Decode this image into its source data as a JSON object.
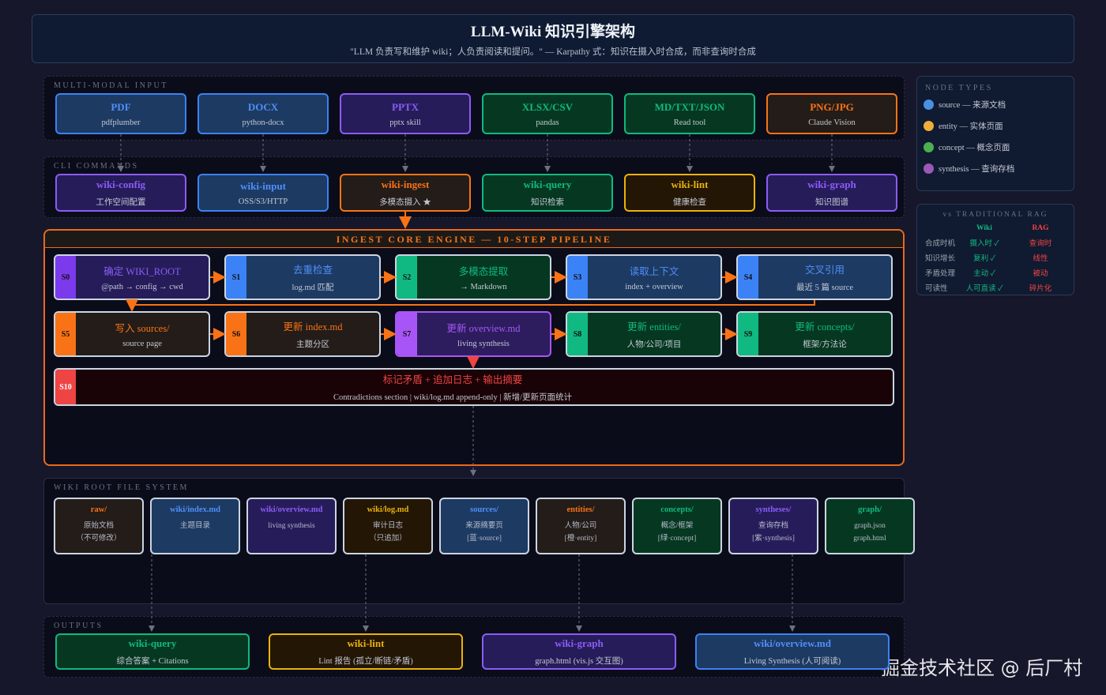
{
  "header": {
    "title": "LLM-Wiki 知识引擎架构",
    "subtitle": "\"LLM 负责写和维护 wiki；人负责阅读和提问。\" — Karpathy 式：知识在摄入时合成，而非查询时合成"
  },
  "inputs": {
    "label": "MULTI-MODAL INPUT",
    "items": [
      {
        "title": "PDF",
        "sub": "pdfplumber",
        "theme": "blue"
      },
      {
        "title": "DOCX",
        "sub": "python-docx",
        "theme": "blue"
      },
      {
        "title": "PPTX",
        "sub": "pptx skill",
        "theme": "purple"
      },
      {
        "title": "XLSX/CSV",
        "sub": "pandas",
        "theme": "green"
      },
      {
        "title": "MD/TXT/JSON",
        "sub": "Read tool",
        "theme": "green"
      },
      {
        "title": "PNG/JPG",
        "sub": "Claude Vision",
        "theme": "orange"
      }
    ]
  },
  "cli": {
    "label": "CLI COMMANDS",
    "items": [
      {
        "title": "wiki-config",
        "sub": "工作空间配置",
        "theme": "purple"
      },
      {
        "title": "wiki-input",
        "sub": "OSS/S3/HTTP",
        "theme": "blue"
      },
      {
        "title": "wiki-ingest",
        "sub": "多模态摄入 ★",
        "theme": "orange"
      },
      {
        "title": "wiki-query",
        "sub": "知识检索",
        "theme": "green"
      },
      {
        "title": "wiki-lint",
        "sub": "健康检查",
        "theme": "yellow"
      },
      {
        "title": "wiki-graph",
        "sub": "知识图谱",
        "theme": "purple"
      }
    ]
  },
  "pipeline": {
    "title": "INGEST CORE ENGINE — 10-STEP PIPELINE",
    "steps": [
      {
        "id": "S0",
        "title": "确定 WIKI_ROOT",
        "sub": "@path → config → cwd",
        "theme": "purple"
      },
      {
        "id": "S1",
        "title": "去重检查",
        "sub": "log.md 匹配",
        "theme": "blue"
      },
      {
        "id": "S2",
        "title": "多模态提取",
        "sub": "→ Markdown",
        "theme": "green"
      },
      {
        "id": "S3",
        "title": "读取上下文",
        "sub": "index + overview",
        "theme": "blue"
      },
      {
        "id": "S4",
        "title": "交叉引用",
        "sub": "最近 5 篇 source",
        "theme": "blue"
      },
      {
        "id": "S5",
        "title": "写入 sources/",
        "sub": "source page",
        "theme": "orange"
      },
      {
        "id": "S6",
        "title": "更新 index.md",
        "sub": "主题分区",
        "theme": "orange"
      },
      {
        "id": "S7",
        "title": "更新 overview.md",
        "sub": "living synthesis",
        "theme": "purple2"
      },
      {
        "id": "S8",
        "title": "更新 entities/",
        "sub": "人物/公司/项目",
        "theme": "green"
      },
      {
        "id": "S9",
        "title": "更新 concepts/",
        "sub": "框架/方法论",
        "theme": "green"
      },
      {
        "id": "S10",
        "title": "标记矛盾 + 追加日志 + 输出摘要",
        "sub": "Contradictions section | wiki/log.md append-only | 新增/更新页面统计",
        "theme": "red"
      }
    ]
  },
  "wiki_root": {
    "label": "WIKI ROOT FILE SYSTEM",
    "items": [
      {
        "title": "raw/",
        "sub": [
          "原始文档",
          "（不可修改）"
        ],
        "theme": "orange"
      },
      {
        "title": "wiki/index.md",
        "sub": [
          "主题目录"
        ],
        "theme": "blue"
      },
      {
        "title": "wiki/overview.md",
        "sub": [
          "living synthesis"
        ],
        "theme": "purple"
      },
      {
        "title": "wiki/log.md",
        "sub": [
          "审计日志",
          "（只追加）"
        ],
        "theme": "yellow"
      },
      {
        "title": "sources/",
        "sub": [
          "来源摘要页",
          "[蓝·source]"
        ],
        "theme": "blue"
      },
      {
        "title": "entities/",
        "sub": [
          "人物/公司",
          "[橙·entity]"
        ],
        "theme": "orange"
      },
      {
        "title": "concepts/",
        "sub": [
          "概念/框架",
          "[绿·concept]"
        ],
        "theme": "green"
      },
      {
        "title": "syntheses/",
        "sub": [
          "查询存档",
          "[紫·synthesis]"
        ],
        "theme": "purple"
      },
      {
        "title": "graph/",
        "sub": [
          "graph.json",
          "graph.html"
        ],
        "theme": "green"
      }
    ]
  },
  "outputs": {
    "label": "OUTPUTS",
    "items": [
      {
        "title": "wiki-query",
        "sub": "综合答案 + Citations",
        "theme": "green"
      },
      {
        "title": "wiki-lint",
        "sub": "Lint 报告 (孤立/断链/矛盾)",
        "theme": "yellow"
      },
      {
        "title": "wiki-graph",
        "sub": "graph.html (vis.js 交互图)",
        "theme": "purple"
      },
      {
        "title": "wiki/overview.md",
        "sub": "Living Synthesis (人可阅读)",
        "theme": "blue"
      }
    ]
  },
  "node_types": {
    "label": "NODE TYPES",
    "items": [
      {
        "label": "source — 来源文档",
        "color": "#4a90e2"
      },
      {
        "label": "entity — 实体页面",
        "color": "#f0ad3a"
      },
      {
        "label": "concept — 概念页面",
        "color": "#4caf50"
      },
      {
        "label": "synthesis — 查询存档",
        "color": "#9b59b6"
      }
    ]
  },
  "comparison": {
    "label": "vs TRADITIONAL RAG",
    "columns": [
      "Wiki",
      "RAG"
    ],
    "rows": [
      [
        "合成时机",
        "摄入时 ✓",
        "查询时"
      ],
      [
        "知识增长",
        "复利 ✓",
        "线性"
      ],
      [
        "矛盾处理",
        "主动 ✓",
        "被动"
      ],
      [
        "可读性",
        "人可直读 ✓",
        "碎片化"
      ]
    ]
  },
  "watermark": "掘金技术社区 @ 后厂村"
}
